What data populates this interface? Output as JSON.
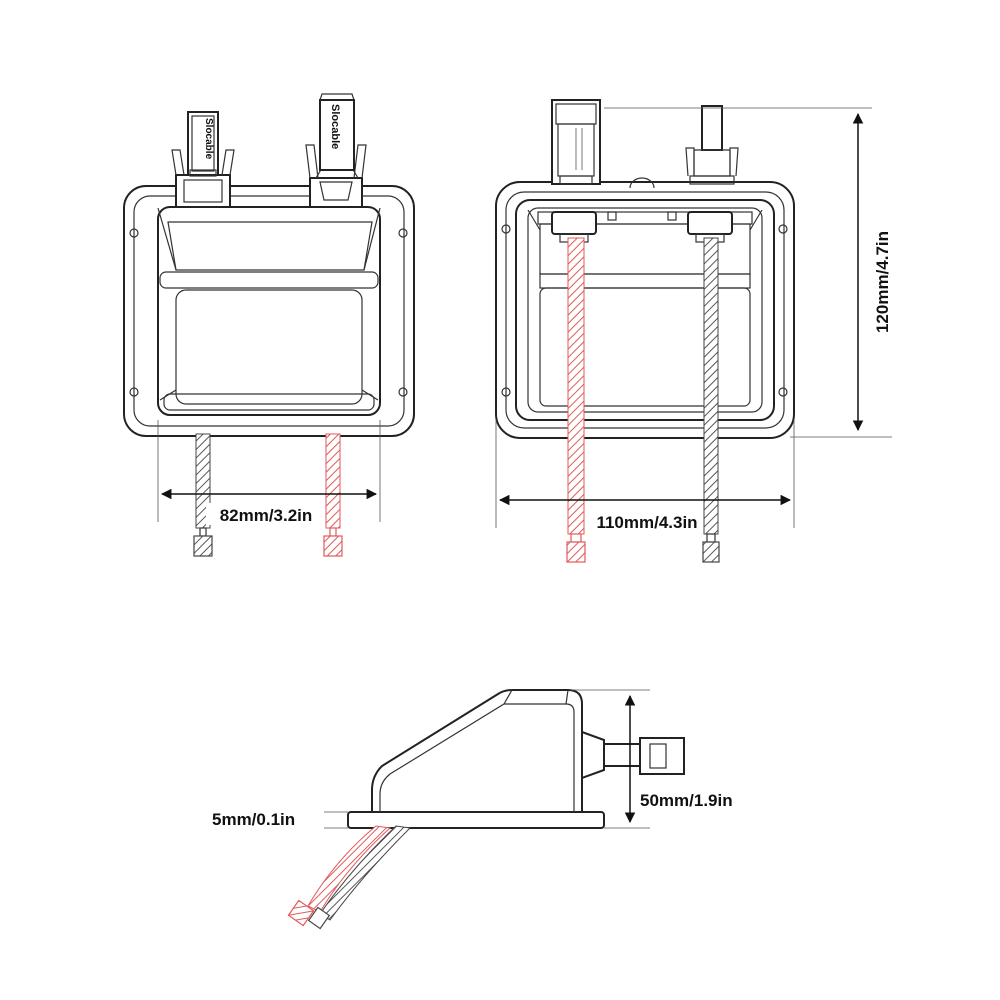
{
  "colors": {
    "outline": "#222222",
    "positive_cable": "#e05a5a",
    "negative_cable": "#555555",
    "background": "#ffffff"
  },
  "views": {
    "front": {
      "connector_text_left": "Slocable",
      "connector_text_right": "Slocable",
      "width_label": "82mm/3.2in"
    },
    "back": {
      "width_label": "110mm/4.3in",
      "height_label": "120mm/4.7in"
    },
    "side": {
      "height_label": "50mm/1.9in",
      "base_label": "5mm/0.1in"
    }
  }
}
